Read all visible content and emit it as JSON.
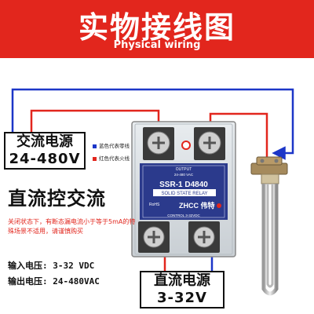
{
  "header": {
    "title": "实物接线图",
    "subtitle": "Physical wiring"
  },
  "ac_box": {
    "line1": "交流电源",
    "line2": "24-480V"
  },
  "dc_box": {
    "line1": "直流电源",
    "line2": "3-32V"
  },
  "legend": {
    "blue_text": "蓝色代表零线",
    "red_text": "红色代表火线"
  },
  "relay": {
    "output": "OUTPUT",
    "model": "SSR-1 D4840",
    "subtitle": "SOLID STATE RELAY",
    "brand": "ZHCC 伟特",
    "control": "CONTROL 3-32VDC",
    "rohs": "RoHS",
    "spec_small": "24-480 VAC"
  },
  "main_label": "直流控交流",
  "note": "关闭状态下，有断态漏电流小于等于5mA的特殊场景不适用，请谨慎购买",
  "specs": {
    "input": "输入电压: 3-32 VDC",
    "output": "输出电压: 24-480VAC"
  },
  "colors": {
    "red": "#e2261d",
    "blue": "#1c36c8",
    "relay_blue": "#2b3a8c",
    "terminal": "#3a3a3a"
  }
}
